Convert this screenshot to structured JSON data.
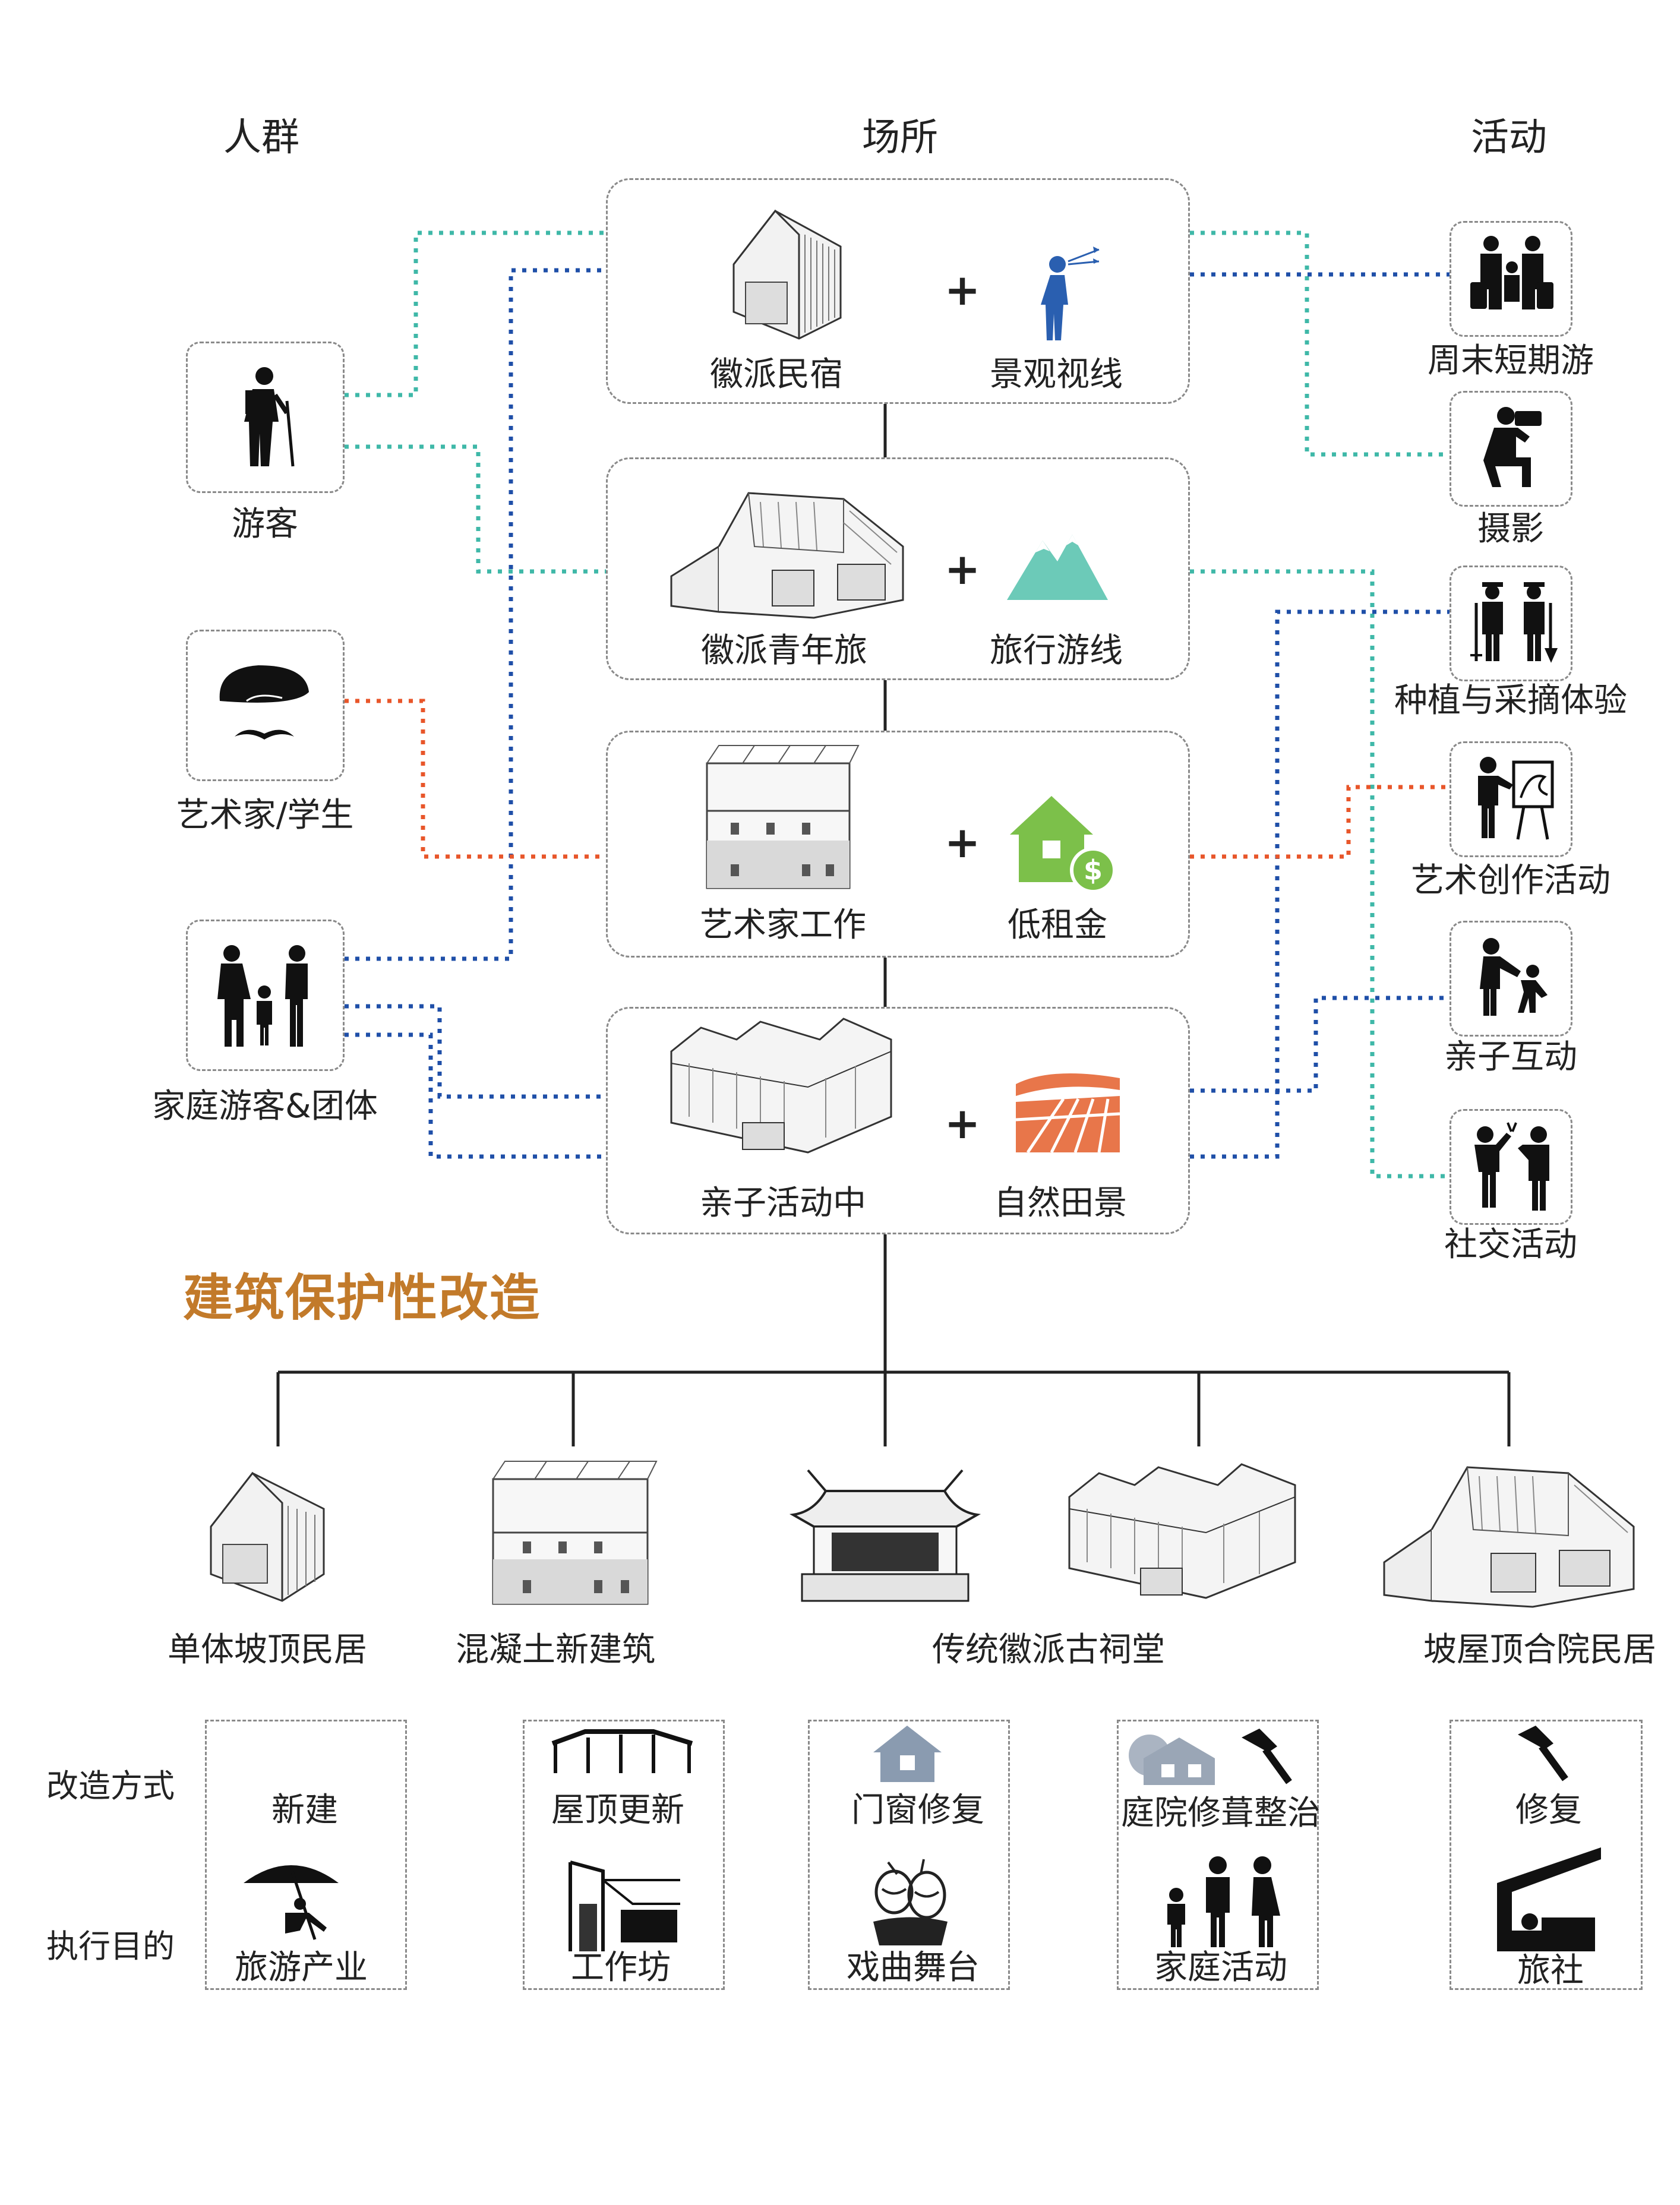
{
  "columns": {
    "people": "人群",
    "places": "场所",
    "activities": "活动"
  },
  "people": [
    {
      "label": "游客",
      "icon": "hiker-icon"
    },
    {
      "label": "艺术家/学生",
      "icon": "artist-beret-icon"
    },
    {
      "label": "家庭游客&团体",
      "icon": "family-icon"
    }
  ],
  "places": [
    {
      "building": "徽派民宿",
      "feature": "景观视线",
      "plus": "+",
      "icon": "viewpoint-person-icon"
    },
    {
      "building": "徽派青年旅",
      "feature": "旅行游线",
      "plus": "+",
      "icon": "mountain-icon"
    },
    {
      "building": "艺术家工作",
      "feature": "低租金",
      "plus": "+",
      "icon": "house-dollar-icon"
    },
    {
      "building": "亲子活动中",
      "feature": "自然田景",
      "plus": "+",
      "icon": "field-landscape-icon"
    }
  ],
  "activities": [
    {
      "label": "周末短期游",
      "icon": "travel-group-icon"
    },
    {
      "label": "摄影",
      "icon": "photographer-icon"
    },
    {
      "label": "种植与采摘体验",
      "icon": "farmers-icon"
    },
    {
      "label": "艺术创作活动",
      "icon": "painter-easel-icon"
    },
    {
      "label": "亲子互动",
      "icon": "parent-child-icon"
    },
    {
      "label": "社交活动",
      "icon": "toast-icon"
    }
  ],
  "section_title": "建筑保护性改造",
  "building_types": [
    "单体坡顶民居",
    "混凝土新建筑",
    "传统徽派古祠堂",
    "坡屋顶合院民居"
  ],
  "row_labels": {
    "method": "改造方式",
    "purpose": "执行目的"
  },
  "renovations": [
    {
      "method": "新建",
      "purpose": "旅游产业"
    },
    {
      "method": "屋顶更新",
      "purpose": "工作坊"
    },
    {
      "method": "门窗修复",
      "purpose": "戏曲舞台"
    },
    {
      "method": "庭院修葺整治",
      "purpose": "家庭活动"
    },
    {
      "method": "修复",
      "purpose": "旅社"
    }
  ],
  "colors": {
    "teal": "#3fb8a8",
    "blue": "#1f4fa8",
    "orange": "#e8562a",
    "accent": "#c27a2a",
    "mountain": "#6ccab8",
    "money": "#7cc04a",
    "field": "#e8764a"
  }
}
